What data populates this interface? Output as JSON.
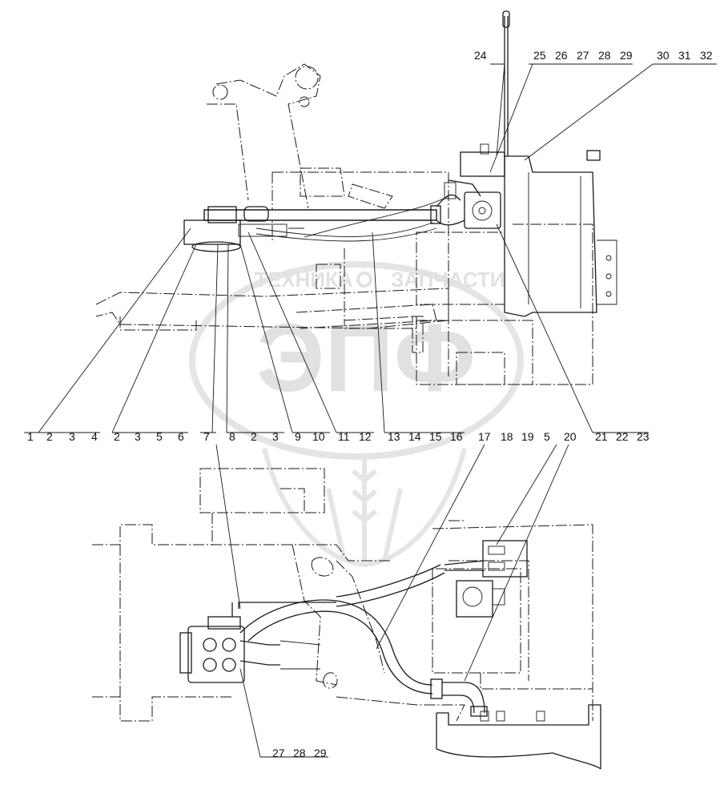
{
  "watermark": {
    "line1_left": "ТЕХНИКА",
    "line1_right": "ЗАПЧАСТИ",
    "logo_letters": "ЭПФ"
  },
  "callouts": {
    "top_right": [
      {
        "id": "c24",
        "text": "24"
      },
      {
        "id": "c25",
        "text": "25"
      },
      {
        "id": "c26",
        "text": "26"
      },
      {
        "id": "c27a",
        "text": "27"
      },
      {
        "id": "c28a",
        "text": "28"
      },
      {
        "id": "c29a",
        "text": "29"
      },
      {
        "id": "c30",
        "text": "30"
      },
      {
        "id": "c31",
        "text": "31"
      },
      {
        "id": "c32",
        "text": "32"
      }
    ],
    "middle_row": [
      {
        "id": "m1",
        "text": "1"
      },
      {
        "id": "m2",
        "text": "2"
      },
      {
        "id": "m3",
        "text": "3"
      },
      {
        "id": "m4",
        "text": "4"
      },
      {
        "id": "m5",
        "text": "2"
      },
      {
        "id": "m6",
        "text": "3"
      },
      {
        "id": "m7",
        "text": "5"
      },
      {
        "id": "m8",
        "text": "6"
      },
      {
        "id": "m9",
        "text": "7"
      },
      {
        "id": "m10",
        "text": "8"
      },
      {
        "id": "m11",
        "text": "2"
      },
      {
        "id": "m12",
        "text": "3"
      },
      {
        "id": "m13",
        "text": "9"
      },
      {
        "id": "m14",
        "text": "10"
      },
      {
        "id": "m15",
        "text": "11"
      },
      {
        "id": "m16",
        "text": "12"
      },
      {
        "id": "m17",
        "text": "13"
      },
      {
        "id": "m18",
        "text": "14"
      },
      {
        "id": "m19",
        "text": "15"
      },
      {
        "id": "m20",
        "text": "16"
      },
      {
        "id": "m21",
        "text": "17"
      },
      {
        "id": "m22",
        "text": "18"
      },
      {
        "id": "m23",
        "text": "19"
      },
      {
        "id": "m24",
        "text": "5"
      },
      {
        "id": "m25",
        "text": "20"
      },
      {
        "id": "m26",
        "text": "21"
      },
      {
        "id": "m27",
        "text": "22"
      },
      {
        "id": "m28",
        "text": "23"
      }
    ],
    "bottom": [
      {
        "id": "b27",
        "text": "27"
      },
      {
        "id": "b28",
        "text": "28"
      },
      {
        "id": "b29",
        "text": "29"
      }
    ]
  }
}
